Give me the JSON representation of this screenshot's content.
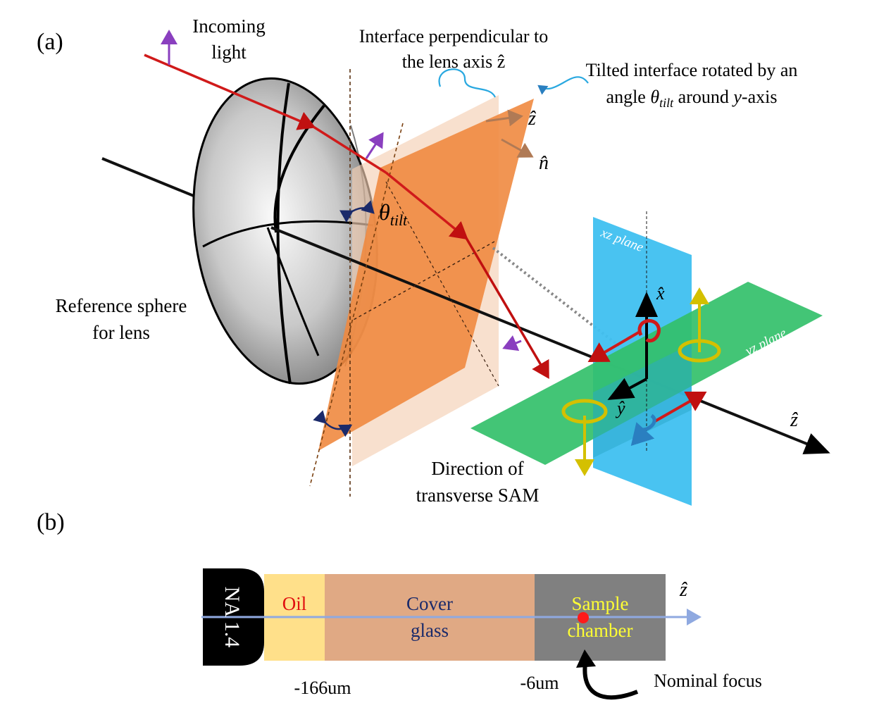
{
  "panel_a": {
    "label": "(a)",
    "incoming_light": [
      "Incoming",
      "light"
    ],
    "perp_interface": [
      "Interface perpendicular to",
      "the lens axis ẑ"
    ],
    "tilted_interface": [
      "Tilted interface rotated by an",
      "angle θ",
      "tilt",
      " around y-axis"
    ],
    "theta_tilt": "θ",
    "theta_sub": "tilt",
    "z_hat": "ẑ",
    "n_hat": "n̂",
    "x_hat": "x̂",
    "y_hat": "ŷ",
    "axis_z_hat": "ẑ",
    "xz_plane": "xz plane",
    "yz_plane": "yz plane",
    "reference_sphere": [
      "Reference sphere",
      "for lens"
    ],
    "transverse_sam": [
      "Direction of",
      "transverse  SAM"
    ]
  },
  "panel_b": {
    "label": "(b)",
    "objective": "NA 1.4",
    "oil": "Oil",
    "cover_glass": [
      "Cover",
      "glass"
    ],
    "sample_chamber": [
      "Sample",
      "chamber"
    ],
    "z_hat": "ẑ",
    "pos_166": "-166um",
    "pos_6": "-6um",
    "nominal_focus": "Nominal focus"
  },
  "colors": {
    "ray": "#d01a1a",
    "interface": "#f08a40",
    "interface_light": "#f5cfb3",
    "xz_plane": "#3fc0f0",
    "yz_plane": "#33c06a",
    "oil": "#ffe08a",
    "cover_glass": "#e0a984",
    "sample_chamber": "#808080",
    "polarization": "#8a3fbf",
    "axis_blue": "#8fa9e0"
  }
}
